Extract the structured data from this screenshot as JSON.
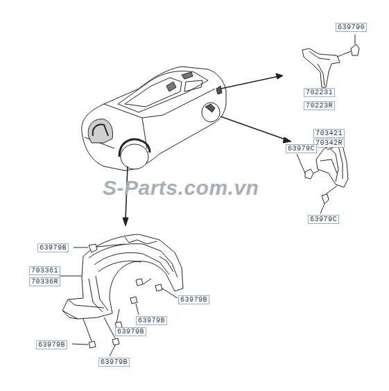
{
  "diagram": {
    "labels": [
      "639790",
      "702231",
      "70223R",
      "703421",
      "70342R",
      "63979C",
      "63979C",
      "S-Parts.com.vn",
      "63979B",
      "703361",
      "70336R",
      "63979B",
      "63979B",
      "63979B",
      "63979B",
      "63979B"
    ]
  }
}
